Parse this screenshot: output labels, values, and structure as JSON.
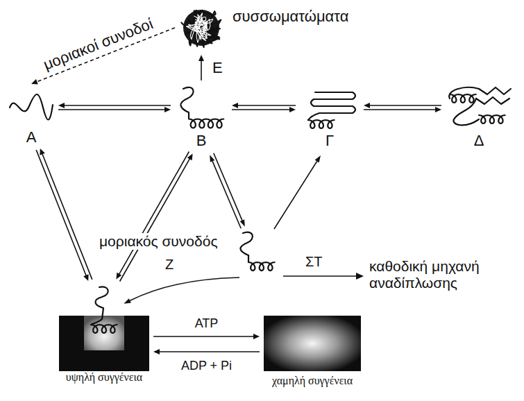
{
  "diagram": {
    "nodes": [
      {
        "text": [
          "συσσωματώματα"
        ]
      },
      {
        "text": [
          "Α"
        ]
      },
      {
        "text": [
          "Β"
        ]
      },
      {
        "text": [
          "Γ"
        ]
      },
      {
        "text": [
          "Δ"
        ]
      },
      {
        "text": [
          "υψηλή συγγένεια"
        ]
      },
      {
        "text": [
          "χαμηλή συγγένεια"
        ]
      }
    ],
    "edges": [
      {
        "from": 2,
        "to": 0,
        "label": "Ε",
        "arrow": "to"
      },
      {
        "from": 0,
        "to": 1,
        "label": "μοριακοί συνοδοί",
        "arrow": "to"
      },
      {
        "from": 1,
        "to": 2,
        "arrow": "both"
      },
      {
        "from": 2,
        "to": 3,
        "arrow": "both"
      },
      {
        "from": 3,
        "to": 4,
        "arrow": "both"
      },
      {
        "from": 1,
        "to": 5,
        "arrow": "both"
      },
      {
        "from": 2,
        "to": 5,
        "arrow": "both"
      },
      {
        "from": 5,
        "to": 6,
        "label": "ATP",
        "arrow": "to"
      },
      {
        "from": 6,
        "to": 5,
        "label": "ADP + Pi",
        "arrow": "to"
      }
    ],
    "labels": [
      "μοριακός συνοδός",
      "Ζ",
      "ΣΤ",
      "καθοδική μηχανή αναδίπλωσης"
    ]
  }
}
